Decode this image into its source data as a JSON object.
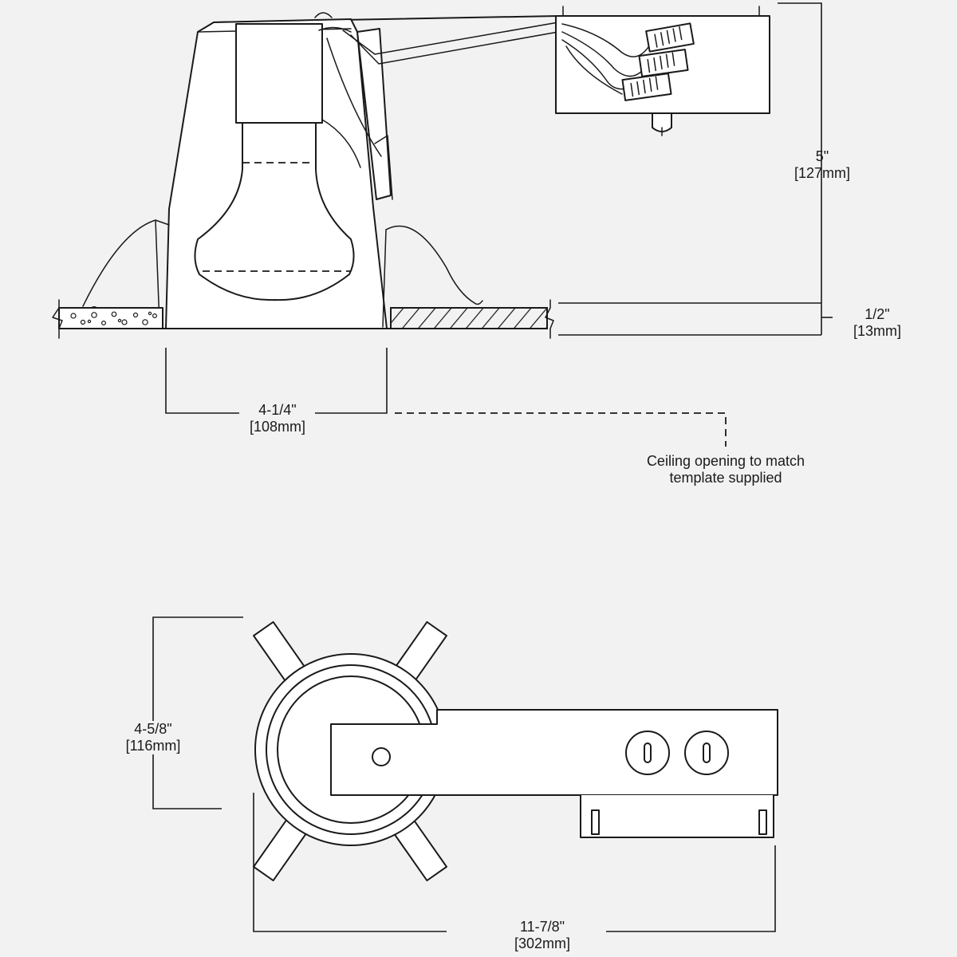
{
  "dimensions": {
    "height": {
      "imperial": "5\"",
      "metric": "[127mm]"
    },
    "ceiling_thickness": {
      "imperial": "1/2\"",
      "metric": "[13mm]"
    },
    "opening_width": {
      "imperial": "4-1/4\"",
      "metric": "[108mm]"
    },
    "frame_width": {
      "imperial": "4-5/8\"",
      "metric": "[116mm]"
    },
    "frame_length": {
      "imperial": "11-7/8\"",
      "metric": "[302mm]"
    }
  },
  "note": {
    "line1": "Ceiling opening to match",
    "line2": "template supplied"
  }
}
